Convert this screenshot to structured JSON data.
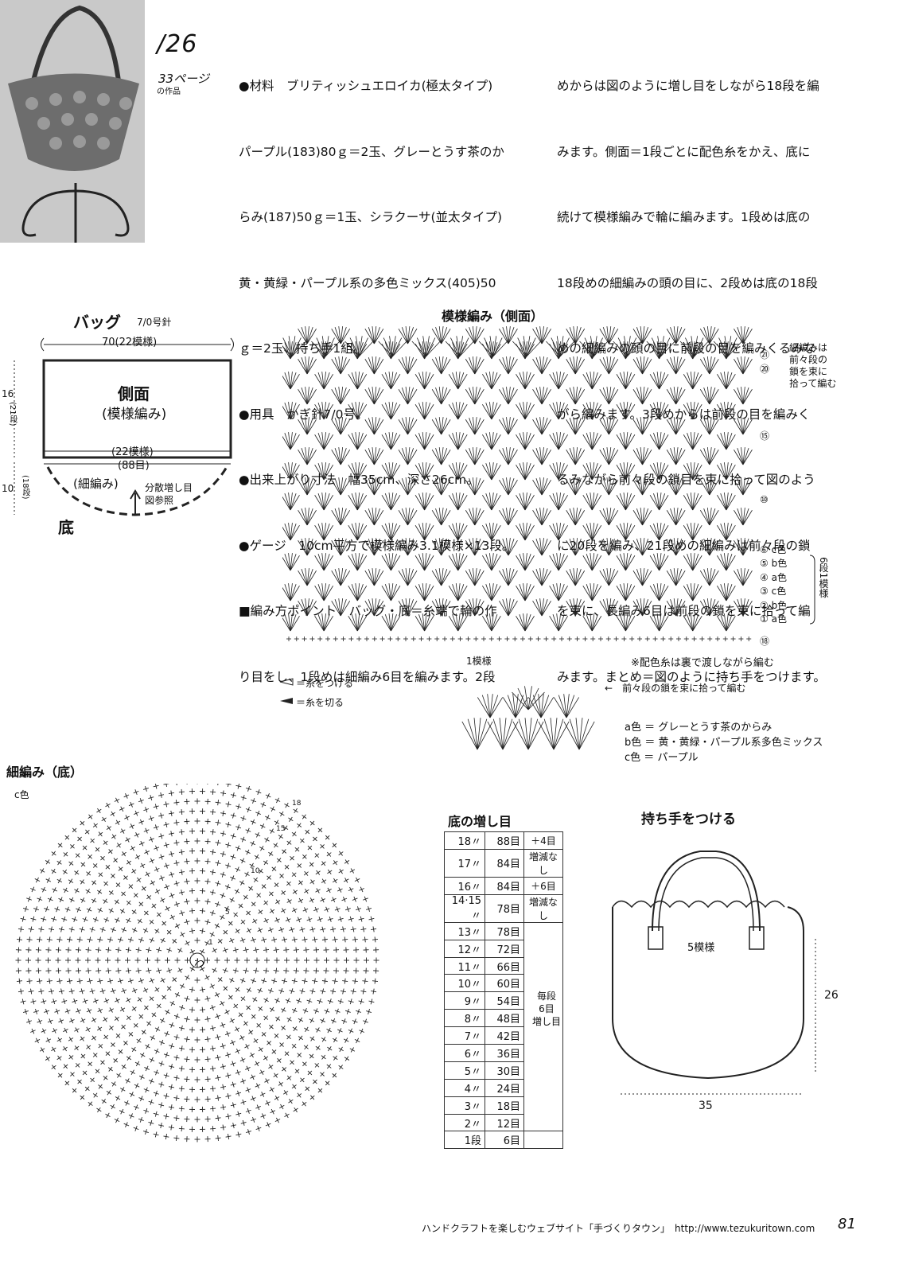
{
  "header": {
    "number": "/26",
    "page_ref": "33ページ",
    "page_ref_sub": "の作品"
  },
  "instructions": {
    "col1": [
      "●材料　ブリティッシュエロイカ(極太タイプ)",
      "パープル(183)80ｇ＝2玉、グレーとうす茶のか",
      "らみ(187)50ｇ＝1玉、シラクーサ(並太タイプ)",
      "黄・黄緑・パープル系の多色ミックス(405)50",
      "ｇ＝2玉、持ち手1組。",
      "●用具　かぎ針7/0号。",
      "●出来上がり寸法　幅35cm、深さ26cm。",
      "●ゲージ　10cm平方で模様編み3.1模様×13段。",
      "■編み方ポイント　バッグ・底＝糸端で輪の作",
      "り目をし、1段めは細編み6目を編みます。2段"
    ],
    "col2": [
      "めからは図のように増し目をしながら18段を編",
      "みます。側面＝1段ごとに配色糸をかえ、底に",
      "続けて模様編みで輪に編みます。1段めは底の",
      "18段めの細編みの頭の目に、2段めは底の18段",
      "めの細編みの頭の目に前段の目を編みくるみな",
      "がら編みます。3段めからは前段の目を編みく",
      "るみながら前々段の鎖目を束に拾って図のよう",
      "に20段を編み、21段めの細編みは前々段の鎖",
      "を束に、長編み6目は前段の鎖を束に拾って編",
      "みます。まとめ＝図のように持ち手をつけます。"
    ]
  },
  "bag_diagram": {
    "title": "バッグ",
    "needle": "7/0号針",
    "width": "70(22模様)",
    "side": "側面",
    "side_sub": "(模様編み)",
    "mid1": "(22模様)",
    "mid2": "(88目)",
    "bottom_stitch": "(細編み)",
    "bottom": "底",
    "note1": "分散増し目",
    "note2": "図参照",
    "h_side": "16",
    "h_side_rows": "(21段)",
    "h_bottom": "10",
    "h_bottom_rows": "(18段)"
  },
  "pattern_chart": {
    "title": "模様編み（側面）",
    "note_top": [
      "細編みは",
      "前々段の",
      "鎖を束に",
      "拾って編む"
    ],
    "rows": [
      {
        "n": "㉑",
        "c": ""
      },
      {
        "n": "⑳",
        "c": ""
      },
      {
        "n": "⑮",
        "c": ""
      },
      {
        "n": "⑩",
        "c": ""
      },
      {
        "n": "⑥",
        "c": "c色"
      },
      {
        "n": "⑤",
        "c": "b色"
      },
      {
        "n": "④",
        "c": "a色"
      },
      {
        "n": "③",
        "c": "c色"
      },
      {
        "n": "②",
        "c": "b色"
      },
      {
        "n": "①",
        "c": "a色"
      },
      {
        "n": "⑱",
        "c": ""
      }
    ],
    "repeat_note": "6段1模様",
    "one_motif": "1模様",
    "color_note": "※配色糸は裏で渡しながら編む",
    "legend_attach": "＝糸をつける",
    "legend_cut": "＝糸を切る",
    "detail_note": "前々段の鎖を束に拾って編む",
    "colors": [
      "a色 ＝ グレーとうす茶のからみ",
      "b色 ＝ 黄・黄緑・パープル系多色ミックス",
      "c色 ＝ パープル"
    ]
  },
  "bottom_chart": {
    "title": "細編み（底）",
    "color": "c色",
    "center": "わ",
    "marks": [
      "18",
      "15",
      "10",
      "5",
      "1"
    ]
  },
  "increase_table": {
    "title": "底の増し目",
    "rows": [
      [
        "18〃",
        "88目",
        "＋4目"
      ],
      [
        "17〃",
        "84目",
        "増減なし"
      ],
      [
        "16〃",
        "84目",
        "＋6目"
      ],
      [
        "14·15〃",
        "78目",
        "増減なし"
      ],
      [
        "13〃",
        "78目",
        ""
      ],
      [
        "12〃",
        "72目",
        ""
      ],
      [
        "11〃",
        "66目",
        ""
      ],
      [
        "10〃",
        "60目",
        ""
      ],
      [
        "9〃",
        "54目",
        ""
      ],
      [
        "8〃",
        "48目",
        ""
      ],
      [
        "7〃",
        "42目",
        ""
      ],
      [
        "6〃",
        "36目",
        ""
      ],
      [
        "5〃",
        "30目",
        ""
      ],
      [
        "4〃",
        "24目",
        ""
      ],
      [
        "3〃",
        "18目",
        ""
      ],
      [
        "2〃",
        "12目",
        ""
      ],
      [
        "1段",
        "6目",
        ""
      ]
    ],
    "merged_note": [
      "毎段",
      "6目",
      "増し目"
    ]
  },
  "handles": {
    "title": "持ち手をつける",
    "motifs": "5模様",
    "height": "26",
    "width": "35"
  },
  "footer": {
    "text": "ハンドクラフトを楽しむウェブサイト「手づくりタウン」　http://www.tezukuritown.com",
    "page": "81"
  }
}
